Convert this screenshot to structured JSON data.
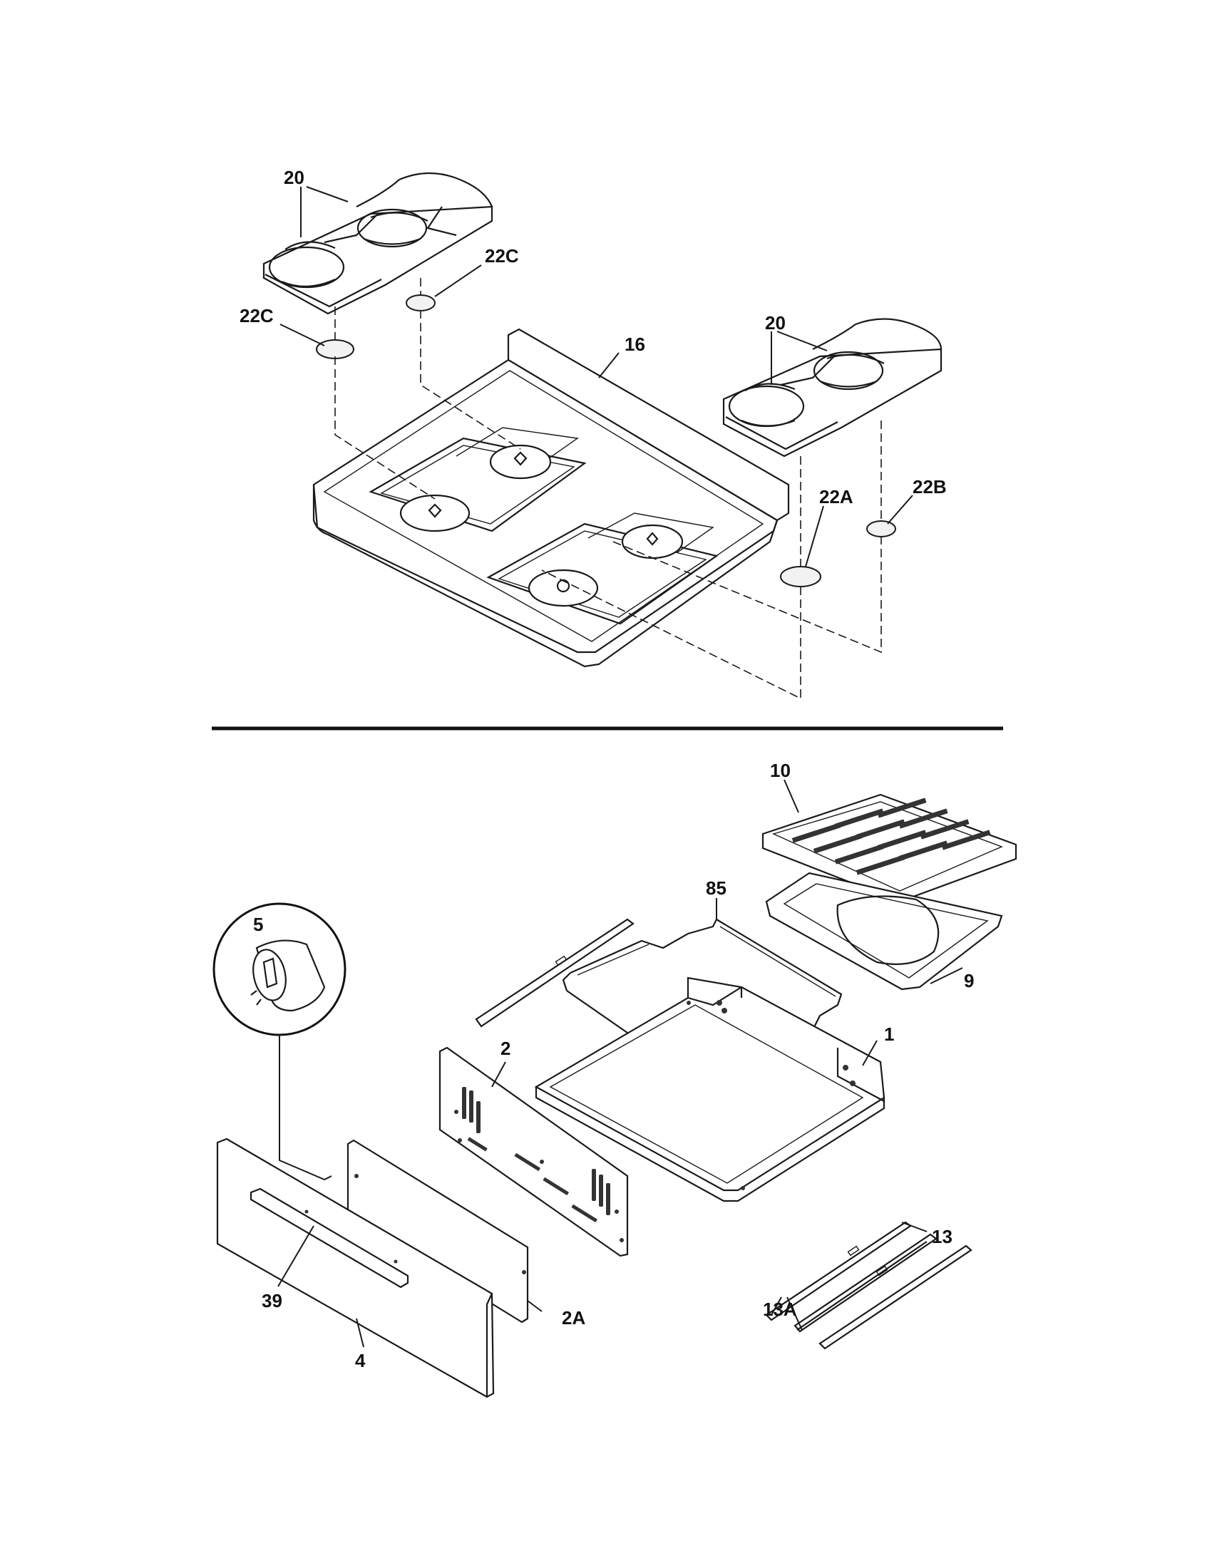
{
  "callouts": {
    "grate_left": "20",
    "cap_22c_right": "22C",
    "cap_22c_left": "22C",
    "grate_right": "20",
    "cooktop": "16",
    "cap_22a": "22A",
    "cap_22b": "22B",
    "broiler_grid": "10",
    "rack": "85",
    "knob": "5",
    "broiler_pan": "9",
    "drawer_body": "1",
    "drawer_back": "2",
    "liner": "2A",
    "handle": "39",
    "drawer_front": "4",
    "slide_right": "13",
    "slide_left": "13A"
  }
}
